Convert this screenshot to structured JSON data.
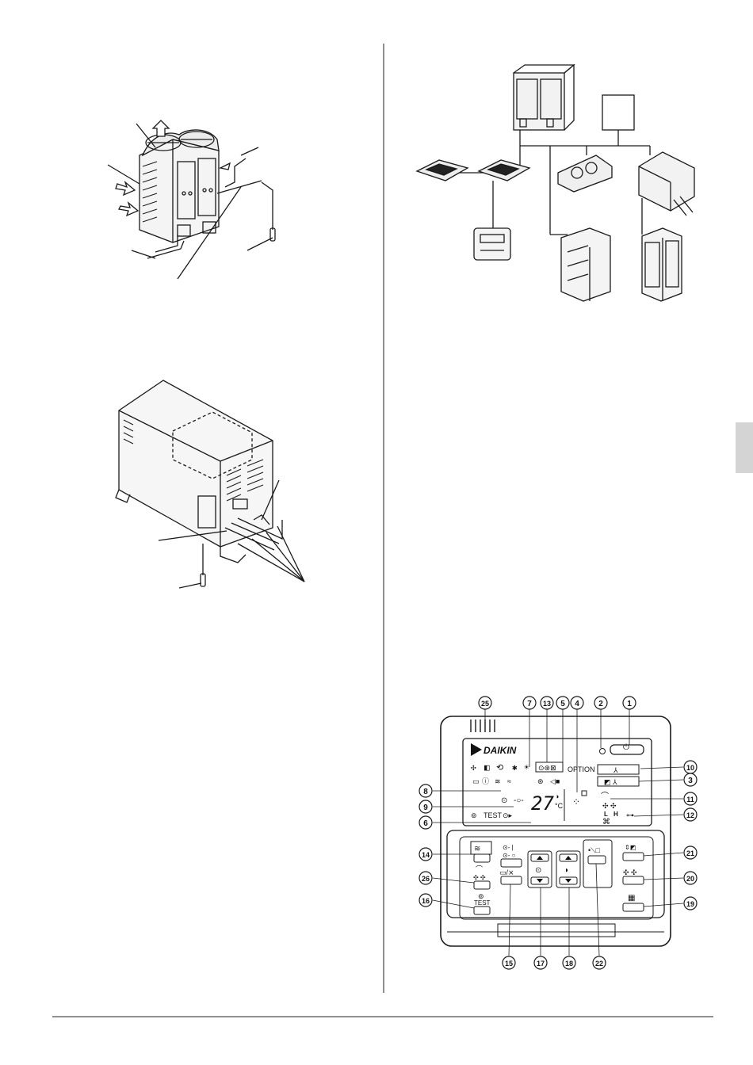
{
  "controller": {
    "brand": "DAIKIN",
    "option_label": "OPTION",
    "temperature": "27",
    "temp_unit": "°C",
    "test_label": "TEST",
    "test_button_label": "TEST",
    "fan_low": "L",
    "fan_high": "H",
    "callouts_top": [
      "25",
      "7",
      "13",
      "5",
      "4",
      "2",
      "1"
    ],
    "callouts_right": [
      "10",
      "3",
      "11",
      "12",
      "21",
      "20",
      "19"
    ],
    "callouts_left": [
      "8",
      "9",
      "6",
      "14",
      "26",
      "16"
    ],
    "callouts_bottom": [
      "15",
      "17",
      "18",
      "22"
    ]
  },
  "colors": {
    "line": "#1a1a1a",
    "tab": "#d4d4d4",
    "unit_fill": "#f2f2f2"
  }
}
